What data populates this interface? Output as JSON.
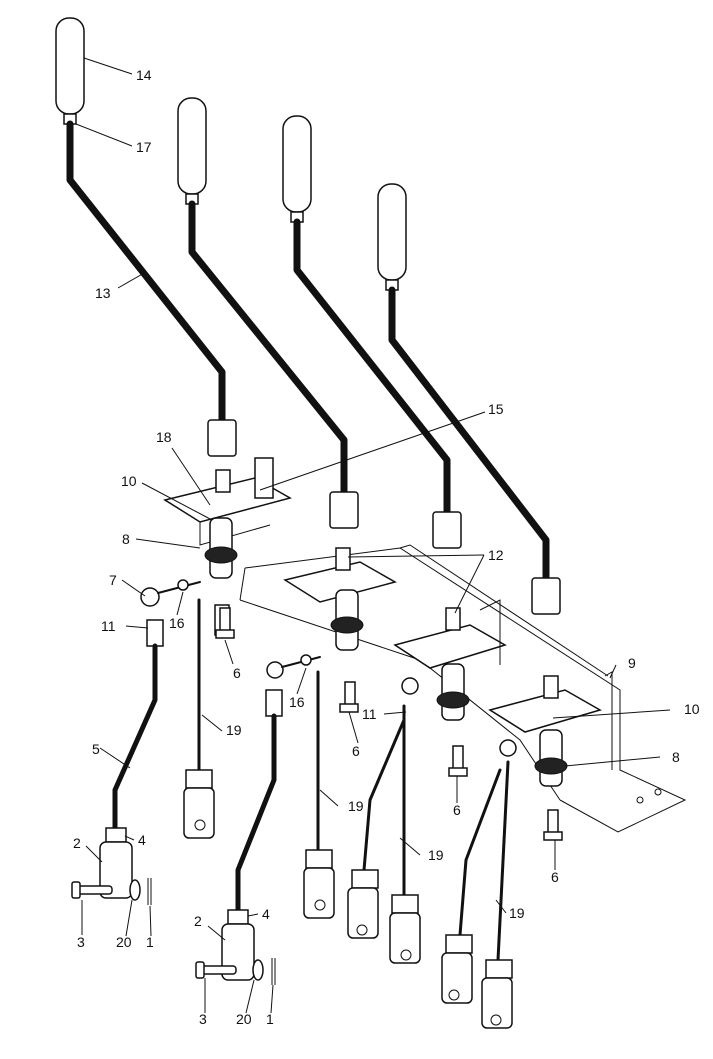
{
  "callouts": {
    "c14": "14",
    "c17": "17",
    "c13": "13",
    "c15": "15",
    "c18": "18",
    "c10a": "10",
    "c8a": "8",
    "c7": "7",
    "c16a": "16",
    "c11a": "11",
    "c6a": "6",
    "c12": "12",
    "c16b": "16",
    "c6b": "6",
    "c11b": "11",
    "c9": "9",
    "c10b": "10",
    "c8b": "8",
    "c5": "5",
    "c19a": "19",
    "c19b": "19",
    "c6c": "6",
    "c19c": "19",
    "c2a": "2",
    "c4a": "4",
    "c6d": "6",
    "c3a": "3",
    "c20a": "20",
    "c1a": "1",
    "c19d": "19",
    "c2b": "2",
    "c4b": "4",
    "c3b": "3",
    "c20b": "20",
    "c1b": "1"
  }
}
